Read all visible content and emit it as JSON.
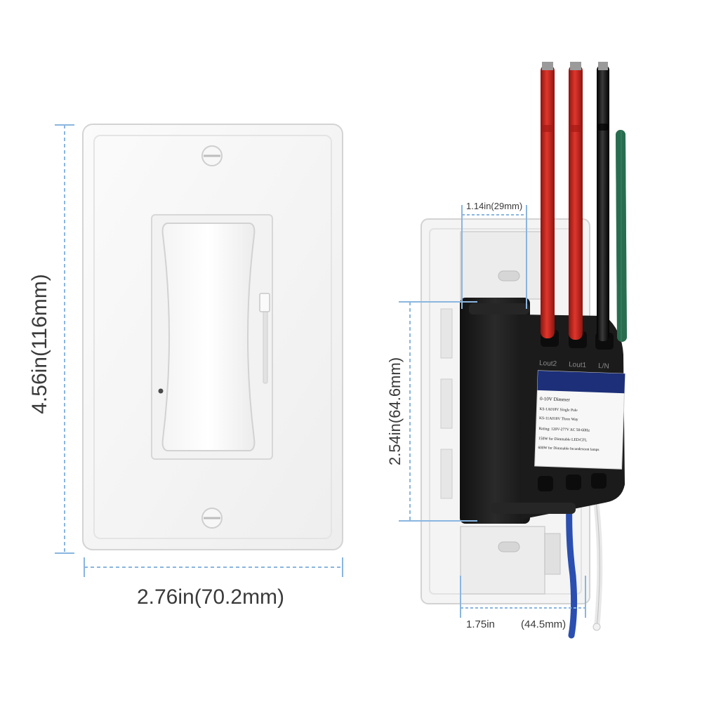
{
  "dimensions": {
    "front_height": "4.56in(116mm)",
    "front_width": "2.76in(70.2mm)",
    "side_depth": "1.14in(29mm)",
    "side_height": "2.54in(64.6mm)",
    "side_width_in": "1.75in",
    "side_width_mm": "(44.5mm)"
  },
  "terminals": {
    "lout2": "Lout2",
    "lout1": "Lout1",
    "line": "L/N"
  },
  "product_label": {
    "title": "0-10V Dimmer",
    "line1": "KS-1A018V Single Pole",
    "line2": "KS-11A018V Three Way",
    "rating": "Rating: 120V-277V  AC 50-60Hz",
    "load1": "150W  for Dimmable LED/CFL",
    "load2": "600W  for Dimmable Incandescent lamps"
  },
  "colors": {
    "dimension_line": "#8ab6e0",
    "wire_red": "#c8221c",
    "wire_black": "#151515",
    "wire_green": "#2f7a5a",
    "wire_blue": "#2b4fb0",
    "label_band": "#1c2f78",
    "housing": "#1a1a1a"
  }
}
